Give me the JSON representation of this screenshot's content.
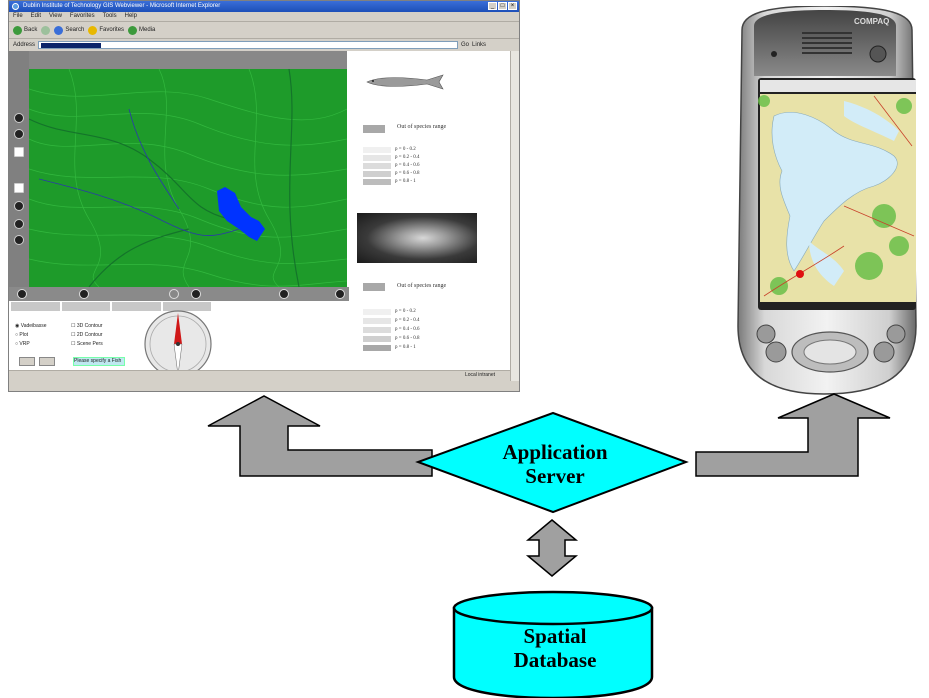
{
  "diagram": {
    "app_server": {
      "line1": "Application",
      "line2": "Server"
    },
    "database": {
      "line1": "Spatial",
      "line2": "Database"
    },
    "colors": {
      "node_fill": "#00ffff",
      "arrow_fill": "#a0a0a0",
      "outline": "#000000"
    }
  },
  "browser": {
    "title": "Dublin Institute of Technology GIS Webviewer - Microsoft Internet Explorer",
    "menu": [
      "File",
      "Edit",
      "View",
      "Favorites",
      "Tools",
      "Help"
    ],
    "toolbar": [
      "Back",
      "Search",
      "Favorites",
      "Media"
    ],
    "address_label": "Address",
    "go_label": "Go",
    "links_label": "Links",
    "legend": {
      "out_of_range_1": "Out of species range",
      "ranges_1": [
        "p = 0 - 0.2",
        "p = 0.2 - 0.4",
        "p = 0.4 - 0.6",
        "p = 0.6 - 0.8",
        "p = 0.8 - 1"
      ],
      "out_of_range_2": "Out of species range",
      "ranges_2": [
        "p = 0 - 0.2",
        "p = 0.2 - 0.4",
        "p = 0.4 - 0.6",
        "p = 0.6 - 0.8",
        "p = 0.8 - 1"
      ]
    },
    "controls": {
      "options": [
        "Vadeibasse",
        "Plot",
        "VRP",
        "3D Contour",
        "2D Contour",
        "Scene Pers"
      ],
      "field": "Please specify a Fish"
    },
    "status": "Local intranet"
  },
  "pda": {
    "brand": "COMPAQ"
  }
}
